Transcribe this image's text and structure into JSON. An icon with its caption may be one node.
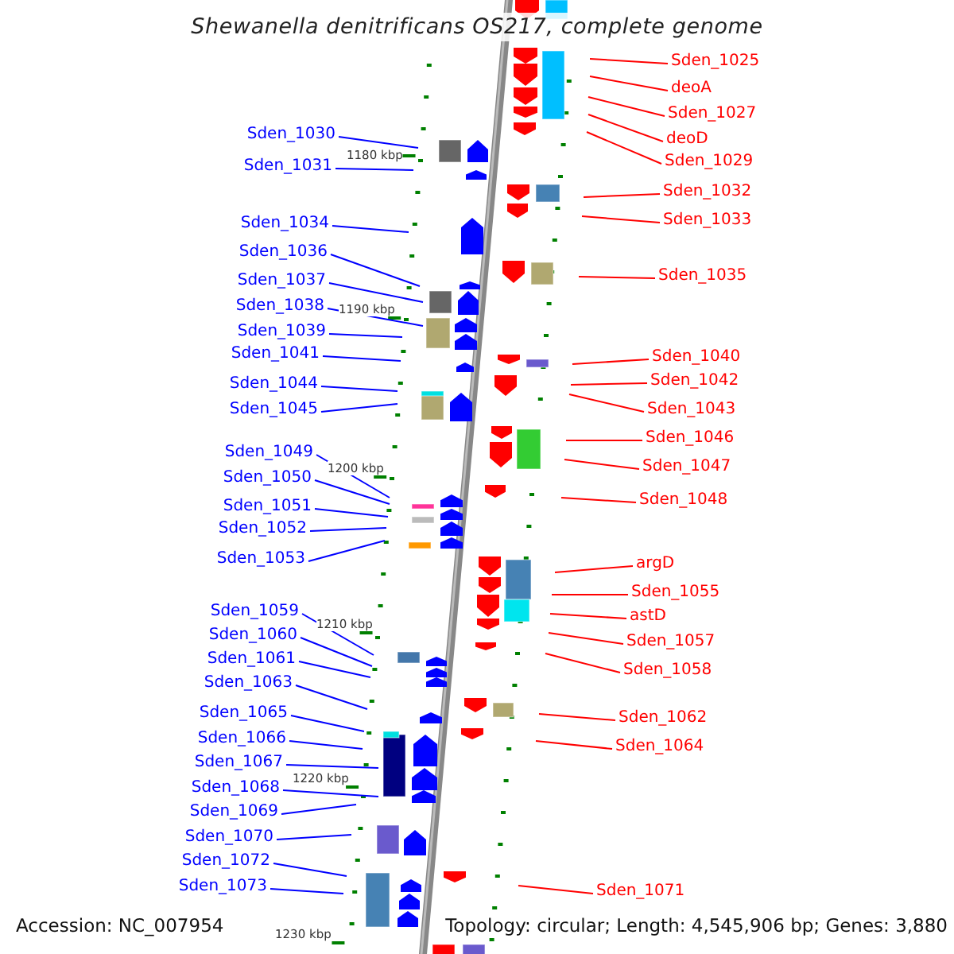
{
  "diagram": {
    "title": "Shewanella denitrificans OS217, complete genome",
    "nodes": [
      {
        "text": [
          "Sden_1030"
        ]
      },
      {
        "text": [
          "Sden_1031"
        ]
      },
      {
        "text": [
          "Sden_1034"
        ]
      },
      {
        "text": [
          "Sden_1036"
        ]
      },
      {
        "text": [
          "Sden_1037"
        ]
      },
      {
        "text": [
          "Sden_1038"
        ]
      },
      {
        "text": [
          "Sden_1039"
        ]
      },
      {
        "text": [
          "Sden_1041"
        ]
      },
      {
        "text": [
          "Sden_1044"
        ]
      },
      {
        "text": [
          "Sden_1045"
        ]
      },
      {
        "text": [
          "Sden_1049"
        ]
      },
      {
        "text": [
          "Sden_1050"
        ]
      },
      {
        "text": [
          "Sden_1051"
        ]
      },
      {
        "text": [
          "Sden_1052"
        ]
      },
      {
        "text": [
          "Sden_1053"
        ]
      },
      {
        "text": [
          "Sden_1059"
        ]
      },
      {
        "text": [
          "Sden_1060"
        ]
      },
      {
        "text": [
          "Sden_1061"
        ]
      },
      {
        "text": [
          "Sden_1063"
        ]
      },
      {
        "text": [
          "Sden_1065"
        ]
      },
      {
        "text": [
          "Sden_1066"
        ]
      },
      {
        "text": [
          "Sden_1067"
        ]
      },
      {
        "text": [
          "Sden_1068"
        ]
      },
      {
        "text": [
          "Sden_1069"
        ]
      },
      {
        "text": [
          "Sden_1070"
        ]
      },
      {
        "text": [
          "Sden_1072"
        ]
      },
      {
        "text": [
          "Sden_1073"
        ]
      },
      {
        "text": [
          "Sden_1025"
        ]
      },
      {
        "text": [
          "deoA"
        ]
      },
      {
        "text": [
          "Sden_1027"
        ]
      },
      {
        "text": [
          "deoD"
        ]
      },
      {
        "text": [
          "Sden_1029"
        ]
      },
      {
        "text": [
          "Sden_1032"
        ]
      },
      {
        "text": [
          "Sden_1033"
        ]
      },
      {
        "text": [
          "Sden_1035"
        ]
      },
      {
        "text": [
          "Sden_1040"
        ]
      },
      {
        "text": [
          "Sden_1042"
        ]
      },
      {
        "text": [
          "Sden_1043"
        ]
      },
      {
        "text": [
          "Sden_1046"
        ]
      },
      {
        "text": [
          "Sden_1047"
        ]
      },
      {
        "text": [
          "Sden_1048"
        ]
      },
      {
        "text": [
          "argD"
        ]
      },
      {
        "text": [
          "Sden_1055"
        ]
      },
      {
        "text": [
          "astD"
        ]
      },
      {
        "text": [
          "Sden_1057"
        ]
      },
      {
        "text": [
          "Sden_1058"
        ]
      },
      {
        "text": [
          "Sden_1062"
        ]
      },
      {
        "text": [
          "Sden_1064"
        ]
      },
      {
        "text": [
          "Sden_1071"
        ]
      }
    ],
    "edges": [
      {
        "from": 0,
        "to": null,
        "arrow": "none"
      },
      {
        "from": 1,
        "to": null,
        "arrow": "none"
      },
      {
        "from": 2,
        "to": null,
        "arrow": "none"
      },
      {
        "from": 3,
        "to": null,
        "arrow": "none"
      },
      {
        "from": 4,
        "to": null,
        "arrow": "none"
      },
      {
        "from": 5,
        "to": null,
        "arrow": "none"
      },
      {
        "from": 6,
        "to": null,
        "arrow": "none"
      },
      {
        "from": 7,
        "to": null,
        "arrow": "none"
      },
      {
        "from": 8,
        "to": null,
        "arrow": "none"
      },
      {
        "from": 9,
        "to": null,
        "arrow": "none"
      },
      {
        "from": 10,
        "to": null,
        "arrow": "none"
      },
      {
        "from": 11,
        "to": null,
        "arrow": "none"
      },
      {
        "from": 12,
        "to": null,
        "arrow": "none"
      },
      {
        "from": 13,
        "to": null,
        "arrow": "none"
      },
      {
        "from": 14,
        "to": null,
        "arrow": "none"
      },
      {
        "from": 15,
        "to": null,
        "arrow": "none"
      },
      {
        "from": 16,
        "to": null,
        "arrow": "none"
      },
      {
        "from": 17,
        "to": null,
        "arrow": "none"
      },
      {
        "from": 18,
        "to": null,
        "arrow": "none"
      },
      {
        "from": 19,
        "to": null,
        "arrow": "none"
      },
      {
        "from": 20,
        "to": null,
        "arrow": "none"
      },
      {
        "from": 21,
        "to": null,
        "arrow": "none"
      },
      {
        "from": 22,
        "to": null,
        "arrow": "none"
      },
      {
        "from": 23,
        "to": null,
        "arrow": "none"
      },
      {
        "from": 24,
        "to": null,
        "arrow": "none"
      },
      {
        "from": 25,
        "to": null,
        "arrow": "none"
      },
      {
        "from": 26,
        "to": null,
        "arrow": "none"
      },
      {
        "from": 27,
        "to": null,
        "arrow": "none",
        "color": "#ff0000"
      },
      {
        "from": 28,
        "to": null,
        "arrow": "none",
        "color": "#ff0000"
      },
      {
        "from": 29,
        "to": null,
        "arrow": "none",
        "color": "#ff0000"
      },
      {
        "from": 30,
        "to": null,
        "arrow": "none",
        "color": "#ff0000"
      },
      {
        "from": 31,
        "to": null,
        "arrow": "none",
        "color": "#ff0000"
      },
      {
        "from": 32,
        "to": null,
        "arrow": "none",
        "color": "#ff0000"
      },
      {
        "from": 33,
        "to": null,
        "arrow": "none",
        "color": "#ff0000"
      },
      {
        "from": 34,
        "to": null,
        "arrow": "none",
        "color": "#ff0000"
      },
      {
        "from": 35,
        "to": null,
        "arrow": "none",
        "color": "#ff0000"
      },
      {
        "from": 36,
        "to": null,
        "arrow": "none",
        "color": "#ff0000"
      },
      {
        "from": 37,
        "to": null,
        "arrow": "none",
        "color": "#ff0000"
      },
      {
        "from": 38,
        "to": null,
        "arrow": "none",
        "color": "#ff0000"
      },
      {
        "from": 39,
        "to": null,
        "arrow": "none",
        "color": "#ff0000"
      },
      {
        "from": 40,
        "to": null,
        "arrow": "none",
        "color": "#ff0000"
      },
      {
        "from": 41,
        "to": null,
        "arrow": "none",
        "color": "#ff0000"
      },
      {
        "from": 42,
        "to": null,
        "arrow": "none",
        "color": "#ff0000"
      },
      {
        "from": 43,
        "to": null,
        "arrow": "none",
        "color": "#ff0000"
      },
      {
        "from": 44,
        "to": null,
        "arrow": "none",
        "color": "#ff0000"
      },
      {
        "from": 45,
        "to": null,
        "arrow": "none",
        "color": "#ff0000"
      },
      {
        "from": 46,
        "to": null,
        "arrow": "none",
        "color": "#ff0000"
      },
      {
        "from": 47,
        "to": null,
        "arrow": "none",
        "color": "#ff0000"
      },
      {
        "from": 48,
        "to": null,
        "arrow": "none",
        "color": "#ff0000"
      }
    ],
    "labels": [
      "1180 kbp",
      "1190 kbp",
      "1200 kbp",
      "1210 kbp",
      "1220 kbp",
      "1230 kbp",
      "Accession: NC_007954",
      "Topology: circular; Length: 4,545,906 bp; Genes: 3,880"
    ]
  }
}
